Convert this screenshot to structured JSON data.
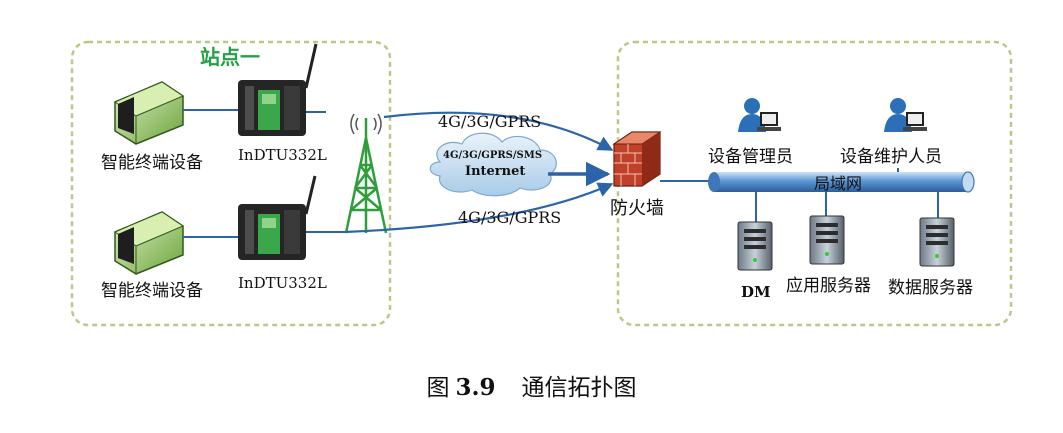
{
  "site": {
    "title": "站点一"
  },
  "devices": [
    {
      "label": "智能终端设备",
      "dtu": "InDTU332L"
    },
    {
      "label": "智能终端设备",
      "dtu": "InDTU332L"
    }
  ],
  "links": {
    "upper": "4G/3G/GPRS",
    "lower": "4G/3G/GPRS",
    "cloud_line1": "4G/3G/GPRS/SMS",
    "cloud_line2": "Internet"
  },
  "firewall": {
    "label": "防火墙"
  },
  "lan": {
    "label": "局域网"
  },
  "people": [
    {
      "label": "设备管理员"
    },
    {
      "label": "设备维护人员"
    }
  ],
  "servers": [
    {
      "label": "DM"
    },
    {
      "label": "应用服务器"
    },
    {
      "label": "数据服务器"
    }
  ],
  "caption": {
    "prefix": "图",
    "number": "3.9",
    "text": "通信拓扑图"
  },
  "colors": {
    "site_title": "#22a245",
    "dashed_border": "#b9c98a",
    "dtu_body": "#252525",
    "dtu_panel": "#3aa84a",
    "device_green": "#6fae3c",
    "tower": "#2f9e3a",
    "link_blue": "#2b64a8",
    "lan_tube": "#4a86c8",
    "firewall": "#c0402a"
  }
}
